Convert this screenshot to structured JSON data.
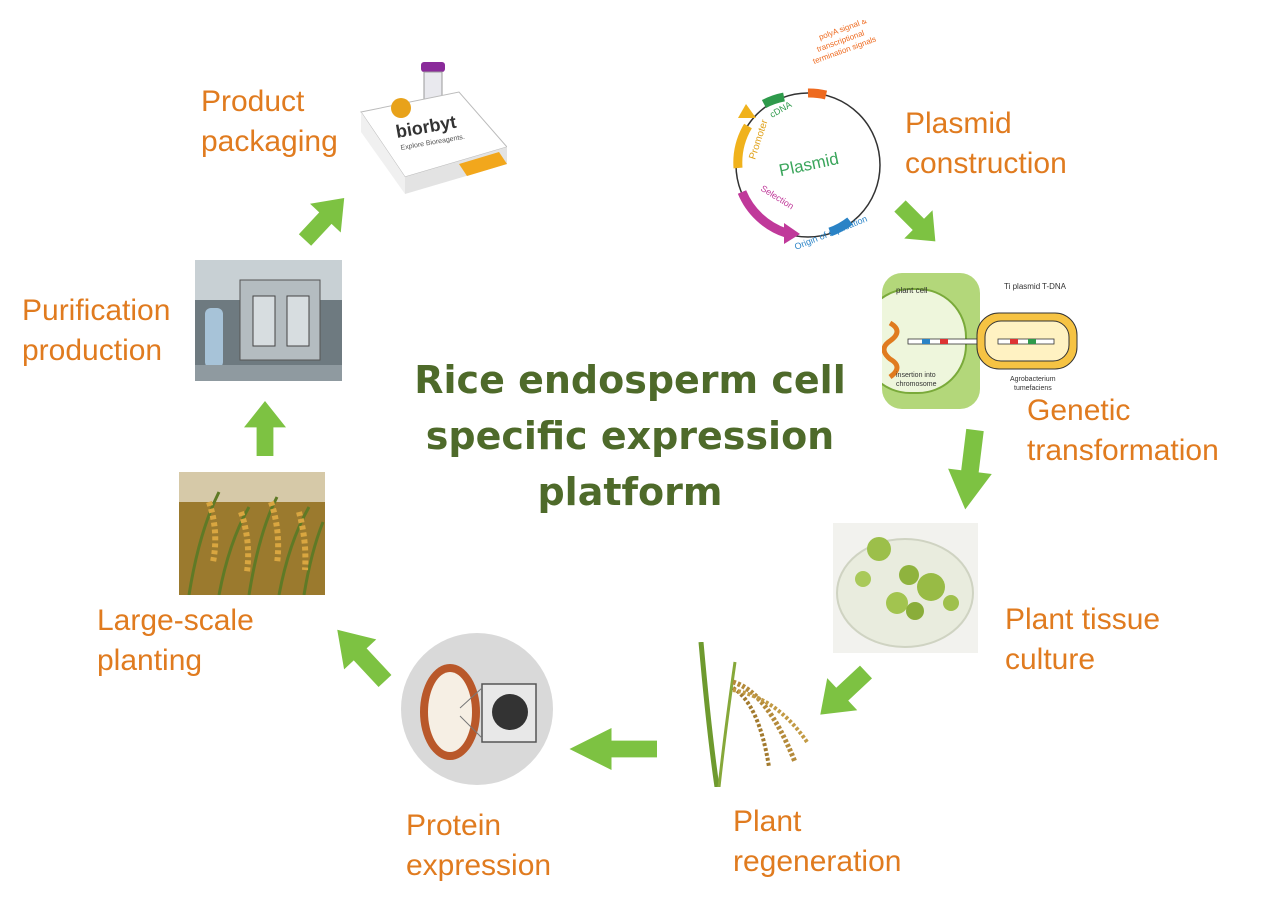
{
  "title": {
    "line1": "Rice endosperm cell",
    "line2": "specific expression",
    "line3": "platform"
  },
  "steps": {
    "plasmid": {
      "line1": "Plasmid",
      "line2": "construction"
    },
    "genetic": {
      "line1": "Genetic",
      "line2": "transformation"
    },
    "tissue": {
      "line1": "Plant tissue",
      "line2": "culture"
    },
    "regeneration": {
      "line1": "Plant",
      "line2": "regeneration"
    },
    "protein": {
      "line1": "Protein",
      "line2": "expression"
    },
    "planting": {
      "line1": "Large-scale",
      "line2": "planting"
    },
    "purification": {
      "line1": "Purification",
      "line2": "production"
    },
    "packaging": {
      "line1": "Product",
      "line2": "packaging"
    }
  },
  "plasmid_map": {
    "center": "Plasmid",
    "promoter": "Promoter",
    "cdna": "cDNA",
    "polya_1": "polyA signal &",
    "polya_2": "transcriptional",
    "polya_3": "termination signals",
    "selection": "Selection",
    "origin": "Origin of replication"
  },
  "transformation_diagram": {
    "plant_cell": "plant cell",
    "ti_plasmid": "Ti plasmid",
    "tdna": "T-DNA",
    "agro_1": "Agrobacterium",
    "agro_2": "tumefaciens",
    "insertion_1": "insertion into",
    "insertion_2": "chromosome"
  },
  "packaging_photo": {
    "brand": "biorbyt",
    "tagline": "Explore Bioreagents."
  },
  "colors": {
    "label": "#e07b1f",
    "title": "#4e6a2a",
    "arrow": "#7dc242"
  }
}
